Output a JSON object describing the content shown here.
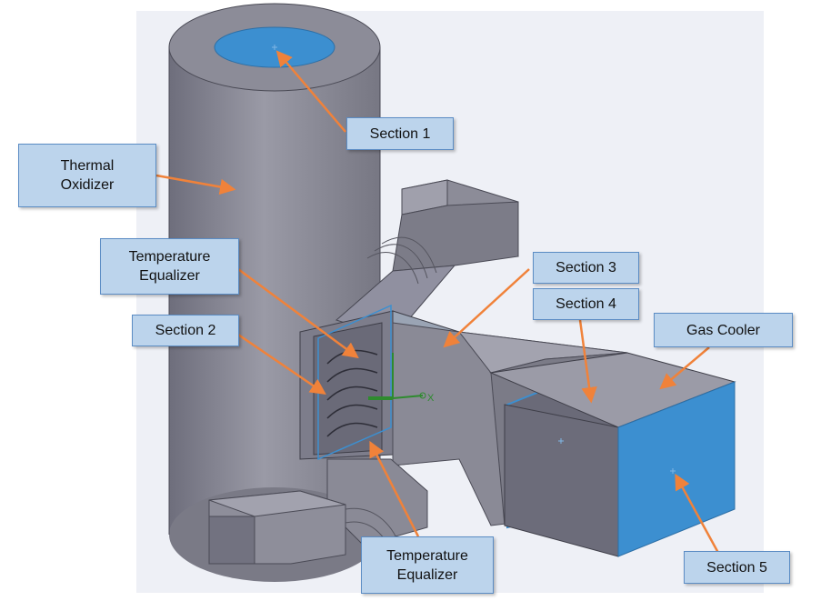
{
  "labels": {
    "section1": "Section 1",
    "thermal_oxidizer": "Thermal\nOxidizer",
    "temperature_equalizer_top": "Temperature\nEqualizer",
    "section2": "Section 2",
    "section3": "Section 3",
    "section4": "Section 4",
    "gas_cooler": "Gas Cooler",
    "temperature_equalizer_bottom": "Temperature\nEqualizer",
    "section5": "Section 5"
  },
  "axis_label": "X",
  "colors": {
    "background_panel": "#eef0f6",
    "body": "#83838f",
    "body_dark": "#5c5c68",
    "section_face": "#3c8fd0",
    "label_fill": "#bcd4ec",
    "label_border": "#5b8cc4",
    "arrow": "#f0823a",
    "axis_green": "#2e8b2e"
  }
}
